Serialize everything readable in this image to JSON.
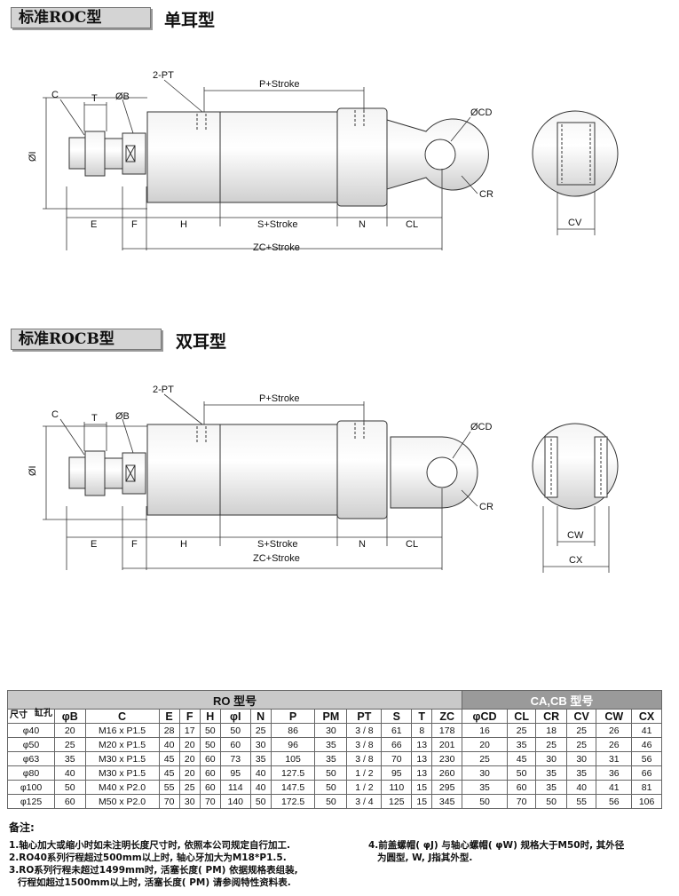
{
  "section1": {
    "title": "标准ROC型",
    "subtitle": "单耳型"
  },
  "section2": {
    "title": "标准ROCB型",
    "subtitle": "双耳型"
  },
  "labels": {
    "pt": "2-PT",
    "p_stroke": "P+Stroke",
    "c": "C",
    "t": "T",
    "b": "ØB",
    "i": "ØI",
    "cd": "ØCD",
    "cr": "CR",
    "e": "E",
    "f": "F",
    "h": "H",
    "s_stroke": "S+Stroke",
    "n": "N",
    "cl": "CL",
    "zc_stroke": "ZC+Stroke",
    "cv": "CV",
    "cw": "CW",
    "cx": "CX"
  },
  "table": {
    "group_ro": "RO 型号",
    "group_ca": "CA,CB 型号",
    "corner_top": "尺寸",
    "corner_bottom": "缸孔",
    "headers": [
      "φB",
      "C",
      "E",
      "F",
      "H",
      "φI",
      "N",
      "P",
      "PM",
      "PT",
      "S",
      "T",
      "ZC",
      "φCD",
      "CL",
      "CR",
      "CV",
      "CW",
      "CX"
    ],
    "rows": [
      [
        "φ40",
        "20",
        "M16 x P1.5",
        "28",
        "17",
        "50",
        "50",
        "25",
        "86",
        "30",
        "3 / 8",
        "61",
        "8",
        "178",
        "16",
        "25",
        "18",
        "25",
        "26",
        "41"
      ],
      [
        "φ50",
        "25",
        "M20 x P1.5",
        "40",
        "20",
        "50",
        "60",
        "30",
        "96",
        "35",
        "3 / 8",
        "66",
        "13",
        "201",
        "20",
        "35",
        "25",
        "25",
        "26",
        "46"
      ],
      [
        "φ63",
        "35",
        "M30 x P1.5",
        "45",
        "20",
        "60",
        "73",
        "35",
        "105",
        "35",
        "3 / 8",
        "70",
        "13",
        "230",
        "25",
        "45",
        "30",
        "30",
        "31",
        "56"
      ],
      [
        "φ80",
        "40",
        "M30 x P1.5",
        "45",
        "20",
        "60",
        "95",
        "40",
        "127.5",
        "50",
        "1 / 2",
        "95",
        "13",
        "260",
        "30",
        "50",
        "35",
        "35",
        "36",
        "66"
      ],
      [
        "φ100",
        "50",
        "M40 x P2.0",
        "55",
        "25",
        "60",
        "114",
        "40",
        "147.5",
        "50",
        "1 / 2",
        "110",
        "15",
        "295",
        "35",
        "60",
        "35",
        "40",
        "41",
        "81"
      ],
      [
        "φ125",
        "60",
        "M50 x P2.0",
        "70",
        "30",
        "70",
        "140",
        "50",
        "172.5",
        "50",
        "3 / 4",
        "125",
        "15",
        "345",
        "50",
        "70",
        "50",
        "55",
        "56",
        "106"
      ]
    ]
  },
  "notes": {
    "heading": "备注:",
    "left": [
      "1.轴心加大或缩小时如未注明长度尺寸时, 依照本公司规定自行加工.",
      "2.RO40系列行程超过500mm以上时, 轴心牙加大为M18*P1.5.",
      "3.RO系列行程未超过1499mm时, 活塞长度( PM) 依据规格表组装,",
      "  行程如超过1500mm以上时, 活塞长度( PM) 请参阅特性资料表."
    ],
    "right": [
      "4.前盖螺帽( φJ) 与轴心螺帽( φW) 规格大于M50时, 其外径",
      "  为圆型, W, J指其外型."
    ]
  }
}
